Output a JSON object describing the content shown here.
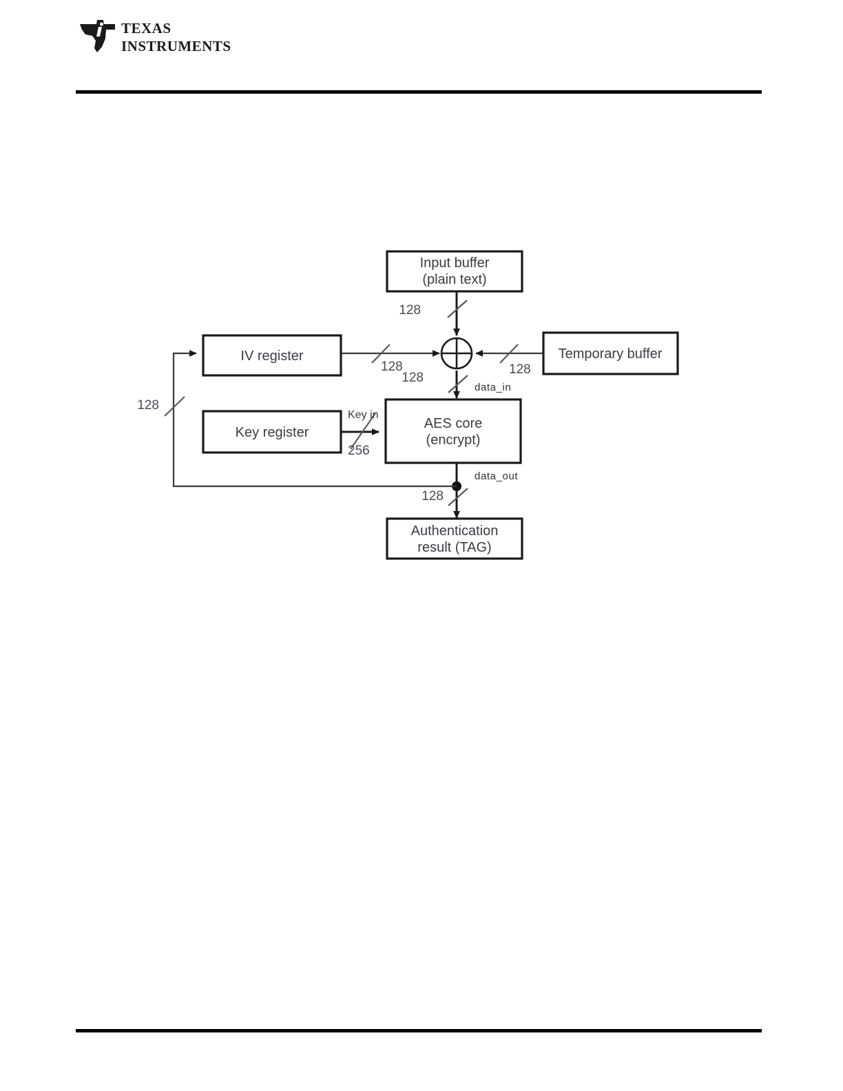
{
  "page": {
    "header_logo": "texas-instruments-logo",
    "logo_line1": "TEXAS",
    "logo_line2": "INSTRUMENTS",
    "header_rule": true,
    "footer_rule": true
  },
  "diagram": {
    "type": "block-diagram",
    "title": "AES authentication (CBC-MAC style) data path",
    "boxes": [
      {
        "id": "input-buffer",
        "line1": "Input buffer",
        "line2": "(plain text)"
      },
      {
        "id": "iv-register",
        "line1": "IV register",
        "line2": ""
      },
      {
        "id": "temp-buffer",
        "line1": "Temporary buffer",
        "line2": ""
      },
      {
        "id": "key-register",
        "line1": "Key register",
        "line2": ""
      },
      {
        "id": "aes-core",
        "line1": "AES core",
        "line2": "(encrypt)"
      },
      {
        "id": "auth-result",
        "line1": "Authentication",
        "line2": "result (TAG)"
      }
    ],
    "bus_widths": {
      "input_to_xor": "128",
      "iv_to_xor": "128",
      "temp_to_xor": "128",
      "xor_to_aes": "128",
      "key_to_aes": "256",
      "aes_to_tag": "128",
      "feedback": "128"
    },
    "signal_labels": {
      "data_in": "data_in",
      "data_out": "data_out",
      "key_in": "Key in"
    },
    "operator": "xor"
  }
}
